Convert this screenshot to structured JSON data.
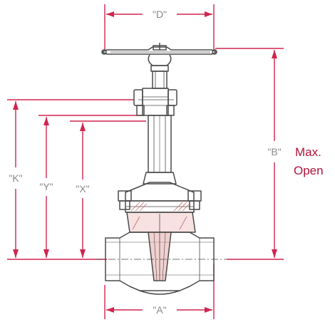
{
  "dimensions": {
    "a": "\"A\"",
    "b": "\"B\"",
    "d": "\"D\"",
    "k": "\"K\"",
    "x": "\"X\"",
    "y": "\"Y\""
  },
  "notes": {
    "max": "Max.",
    "open": "Open"
  },
  "colors": {
    "dimension": "#d0254f",
    "outline": "#4a4a4a",
    "section_fill": "#e8a9a9"
  }
}
